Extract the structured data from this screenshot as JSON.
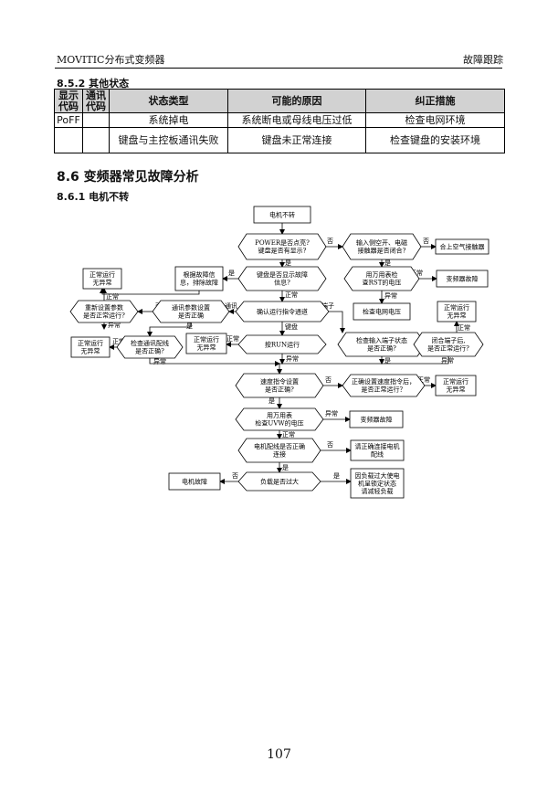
{
  "header": {
    "left": "MOVITIC分布式变频器",
    "right": "故障跟踪"
  },
  "section_852": "8.5.2 其他状态",
  "status_table": {
    "headers": [
      "显示代码",
      "通讯代码",
      "状态类型",
      "可能的原因",
      "纠正措施"
    ],
    "rows": [
      [
        "PoFF",
        "",
        "系统掉电",
        "系统断电或母线电压过低",
        "检查电网环境"
      ],
      [
        "",
        "",
        "键盘与主控板通讯失败",
        "键盘未正常连接",
        "检查键盘的安装环境"
      ]
    ]
  },
  "section_86": "8.6 变频器常见故障分析",
  "section_861": "8.6.1 电机不转",
  "flowchart": {
    "nodes": {
      "n_start": "电机不转",
      "n_power": [
        "POWER是否点亮?",
        "键盘是否有显示?"
      ],
      "n_contactor": [
        "输入侧空开、电磁",
        "接触器是否闭合?"
      ],
      "n_close": "合上空气接触器",
      "n_fault_disp": [
        "键盘是否显示故障",
        "信息?"
      ],
      "n_remove_fault": [
        "根据故障信",
        "息，排除故障"
      ],
      "n_ok_top": [
        "正常运行",
        "无异常"
      ],
      "n_meter_rst": [
        "用万用表检",
        "查RST的电压"
      ],
      "n_inverter1": "变频器故障",
      "n_check_grid": "检查电网电压",
      "n_channel": "确认运行指令通道",
      "n_comm_param": [
        "通讯参数设置",
        "是否正确"
      ],
      "n_reset_param": [
        "重新设置参数",
        "是否正常运行?"
      ],
      "n_check_terminal": [
        "检查输入端子状态",
        "是否正确?"
      ],
      "n_close_terminal": [
        "闭合端子后,",
        "是否正常运行?"
      ],
      "n_ok_right": [
        "正常运行",
        "无异常"
      ],
      "n_run_key": "按RUN运行",
      "n_ok_mid": [
        "正常运行",
        "无异常"
      ],
      "n_comm_wire": [
        "检查通讯配线",
        "是否正确?"
      ],
      "n_ok_left": [
        "正常运行",
        "无异常"
      ],
      "n_speed_cmd": [
        "速度指令设置",
        "是否正确?"
      ],
      "n_set_speed": [
        "正确设置速度指令后，",
        "是否正常运行？"
      ],
      "n_ok_speed": [
        "正常运行",
        "无异常"
      ],
      "n_uvw": [
        "用万用表",
        "检查UVW的电压"
      ],
      "n_inverter2": "变频器故障",
      "n_motor_wire": [
        "电机配线是否正确",
        "连接"
      ],
      "n_connect_motor": [
        "请正确连接电机",
        "配线"
      ],
      "n_load": "负载是否过大",
      "n_motor_fault": "电机故障",
      "n_overload": [
        "因负载过大使电",
        "机呈锁定状态",
        "请减轻负载"
      ]
    },
    "labels": {
      "no": "否",
      "yes": "是",
      "normal": "正常",
      "abnormal": "异常",
      "comm": "通讯",
      "terminal": "端子",
      "keypad": "键盘"
    }
  },
  "page_number": "107"
}
